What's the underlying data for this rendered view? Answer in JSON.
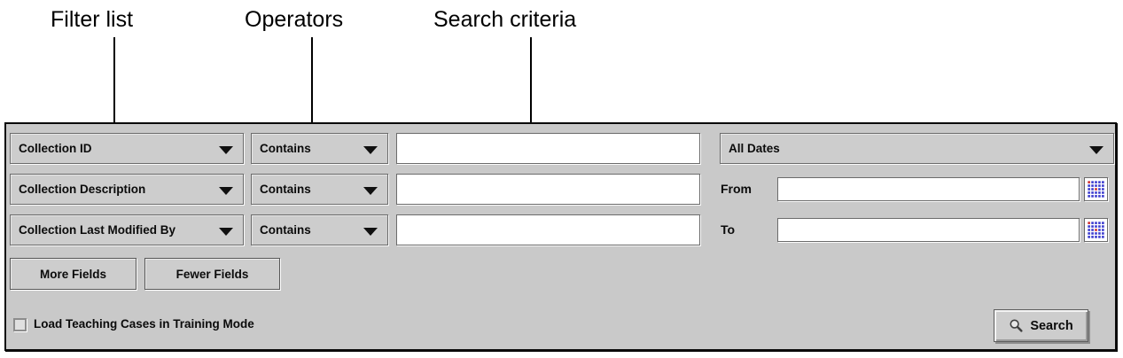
{
  "annotations": {
    "filter_list": "Filter list",
    "operators": "Operators",
    "search_criteria": "Search criteria"
  },
  "filter_rows": [
    {
      "field": "Collection ID",
      "operator": "Contains",
      "value": ""
    },
    {
      "field": "Collection Description",
      "operator": "Contains",
      "value": ""
    },
    {
      "field": "Collection Last Modified By",
      "operator": "Contains",
      "value": ""
    }
  ],
  "date_filter": {
    "range_selected": "All Dates",
    "from_label": "From",
    "from_value": "",
    "to_label": "To",
    "to_value": ""
  },
  "buttons": {
    "more_fields": "More Fields",
    "fewer_fields": "Fewer Fields",
    "search": "Search"
  },
  "checkbox": {
    "label": "Load Teaching Cases in Training Mode",
    "checked": false
  },
  "icons": {
    "dropdown_arrow": "triangle-down",
    "calendar": "calendar-grid",
    "search": "magnifier"
  },
  "colors": {
    "panel_bg": "#c9c9c9",
    "calendar_blue": "#3c3ccf",
    "calendar_red": "#d03030",
    "text": "#0b0b0b"
  }
}
